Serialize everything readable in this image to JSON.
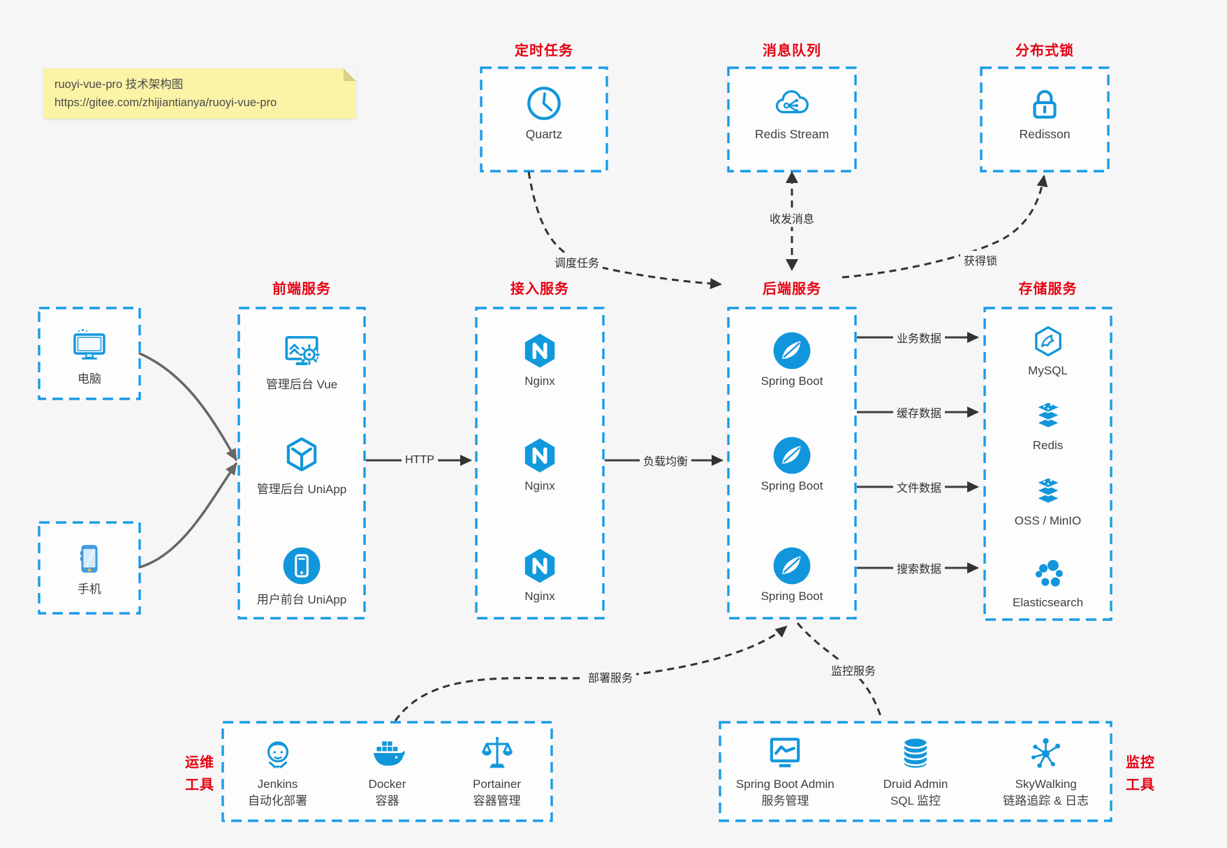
{
  "note": {
    "line1": "ruoyi-vue-pro 技术架构图",
    "line2": "https://gitee.com/zhijiantianya/ruoyi-vue-pro"
  },
  "top_services": [
    {
      "title": "定时任务",
      "label": "Quartz",
      "icon": "clock-icon"
    },
    {
      "title": "消息队列",
      "label": "Redis Stream",
      "icon": "cloud-share-icon"
    },
    {
      "title": "分布式锁",
      "label": "Redisson",
      "icon": "lock-icon"
    }
  ],
  "clients": [
    {
      "label": "电脑",
      "icon": "desktop-icon"
    },
    {
      "label": "手机",
      "icon": "mobile-phone-icon"
    }
  ],
  "columns": {
    "frontend": {
      "title": "前端服务",
      "items": [
        {
          "label": "管理后台 Vue"
        },
        {
          "label": "管理后台 UniApp"
        },
        {
          "label": "用户前台 UniApp"
        }
      ]
    },
    "gateway": {
      "title": "接入服务",
      "items": [
        {
          "label": "Nginx"
        },
        {
          "label": "Nginx"
        },
        {
          "label": "Nginx"
        }
      ]
    },
    "backend": {
      "title": "后端服务",
      "items": [
        {
          "label": "Spring Boot"
        },
        {
          "label": "Spring Boot"
        },
        {
          "label": "Spring Boot"
        }
      ]
    },
    "storage": {
      "title": "存储服务",
      "items": [
        {
          "label": "MySQL"
        },
        {
          "label": "Redis"
        },
        {
          "label": "OSS / MinIO"
        },
        {
          "label": "Elasticsearch"
        }
      ]
    }
  },
  "edges": {
    "http": "HTTP",
    "load_balance": "负载均衡",
    "schedule": "调度任务",
    "message": "收发消息",
    "lock": "获得锁",
    "deploy": "部署服务",
    "monitor": "监控服务",
    "storage_links": [
      "业务数据",
      "缓存数据",
      "文件数据",
      "搜索数据"
    ]
  },
  "ops_tools": {
    "title_line1": "运维",
    "title_line2": "工具",
    "items": [
      {
        "name": "Jenkins",
        "desc": "自动化部署"
      },
      {
        "name": "Docker",
        "desc": "容器"
      },
      {
        "name": "Portainer",
        "desc": "容器管理"
      }
    ]
  },
  "monitor_tools": {
    "title_line1": "监控",
    "title_line2": "工具",
    "items": [
      {
        "name": "Spring Boot Admin",
        "desc": "服务管理"
      },
      {
        "name": "Druid Admin",
        "desc": "SQL 监控"
      },
      {
        "name": "SkyWalking",
        "desc": "链路追踪 & 日志"
      }
    ]
  },
  "colors": {
    "accent_blue": "#1296db",
    "border_blue": "#1a9ce8",
    "title_red": "#e60012",
    "note_bg": "#fbf3a6",
    "canvas_bg": "#f6f6f6"
  }
}
